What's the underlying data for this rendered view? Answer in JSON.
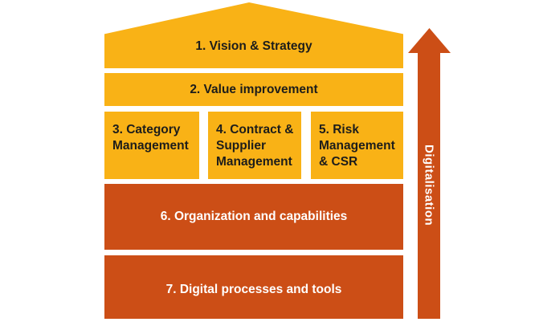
{
  "diagram": {
    "type": "stacked-house-diagram",
    "levels": [
      {
        "num": 1,
        "label": "1. Vision & Strategy",
        "shape": "roof",
        "color": "yellow",
        "text_color": "dark"
      },
      {
        "num": 2,
        "label": "2. Value improvement",
        "shape": "bar",
        "color": "yellow",
        "text_color": "dark"
      },
      {
        "num": 3,
        "label": "3. Category\nManagement",
        "shape": "box",
        "color": "yellow",
        "text_color": "dark"
      },
      {
        "num": 4,
        "label": "4. Contract &\nSupplier\nManagement",
        "shape": "box",
        "color": "yellow",
        "text_color": "dark"
      },
      {
        "num": 5,
        "label": "5. Risk\nManagement\n& CSR",
        "shape": "box",
        "color": "yellow",
        "text_color": "dark"
      },
      {
        "num": 6,
        "label": "6. Organization and capabilities",
        "shape": "bar",
        "color": "orange",
        "text_color": "light"
      },
      {
        "num": 7,
        "label": "7. Digital processes and tools",
        "shape": "bar",
        "color": "orange",
        "text_color": "light"
      }
    ],
    "arrow": {
      "label": "Digitalisation",
      "direction": "up",
      "color": "orange"
    },
    "colors": {
      "yellow": "#F9B216",
      "orange": "#CC4E16",
      "text_dark": "#1D1D1B",
      "text_light": "#FFFFFF",
      "background": "#FFFFFF"
    }
  }
}
